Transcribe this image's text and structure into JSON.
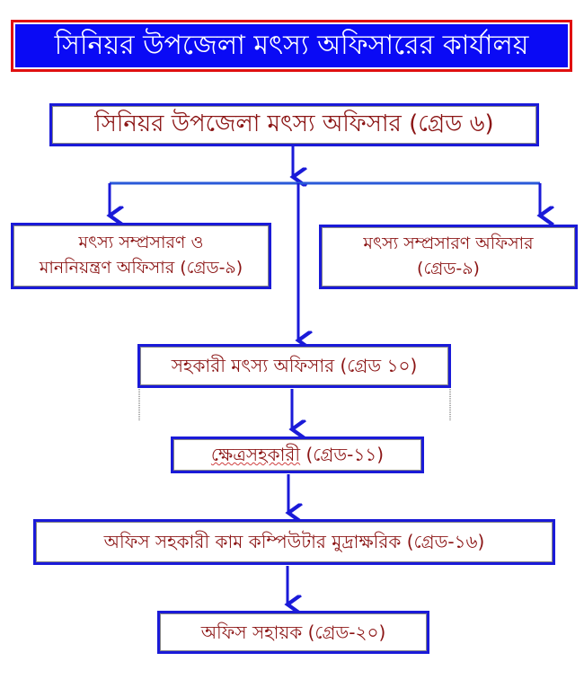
{
  "title": "সিনিয়র উপজেলা মৎস্য অফিসারের কার্যালয়",
  "nodes": {
    "senior_officer": "সিনিয়র উপজেলা মৎস্য অফিসার (গ্রেড ৬)",
    "extension_qc_officer_line1": "মৎস্য সম্প্রসারণ ও",
    "extension_qc_officer_line2": "মাননিয়ন্ত্রণ অফিসার (গ্রেড-৯)",
    "extension_officer_line1": "মৎস্য সম্প্রসারণ অফিসার",
    "extension_officer_line2": "(গ্রেড-৯)",
    "assistant_officer": "সহকারী মৎস্য অফিসার (গ্রেড ১০)",
    "field_assistant_name": "ক্ষেত্রসহকারী",
    "field_assistant_grade": " (গ্রেড-১১)",
    "office_assistant_typist": "অফিস সহকারী কাম কম্পিউটার মুদ্রাক্ষরিক (গ্রেড-১৬)",
    "office_helper": "অফিস সহায়ক (গ্রেড-২০)"
  },
  "colors": {
    "title_bg": "#0a0af5",
    "title_border": "#e01010",
    "box_border": "#1a1ad8",
    "text": "#8b1414",
    "connector": "#1a1ad8"
  }
}
